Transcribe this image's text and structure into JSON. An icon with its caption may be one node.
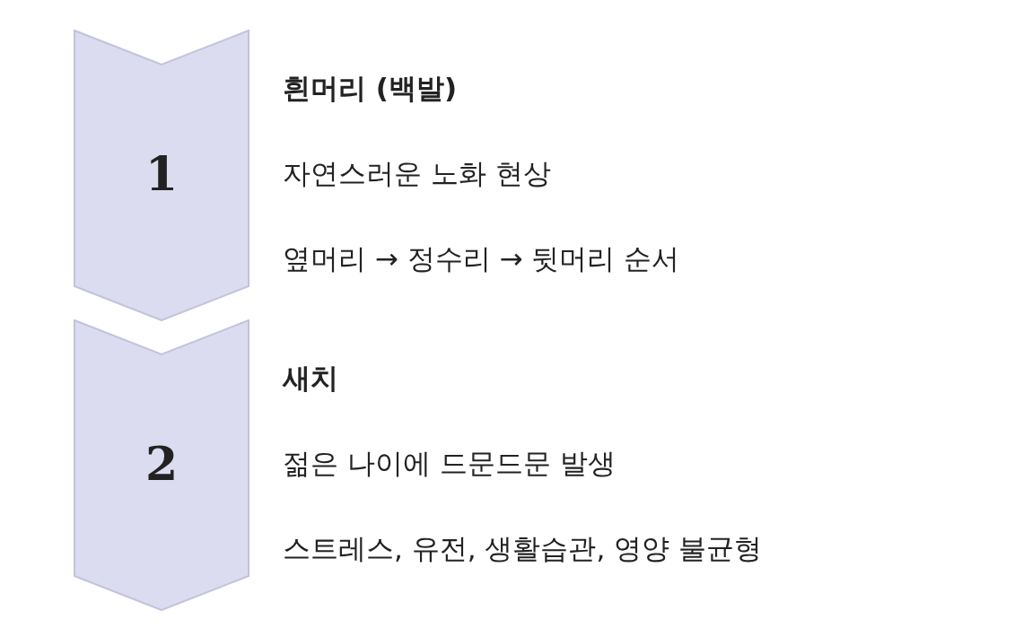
{
  "diagram": {
    "nodes": [
      {
        "text": [
          "1"
        ],
        "beside": [
          "흰머리 (백발)",
          "자연스러운 노화 현상",
          "옆머리 → 정수리 → 뒷머리 순서"
        ]
      },
      {
        "text": [
          "2"
        ],
        "beside": [
          "새치",
          "젊은 나이에 드문드문 발생",
          "스트레스, 유전, 생활습관, 영양 불균형"
        ]
      }
    ]
  }
}
